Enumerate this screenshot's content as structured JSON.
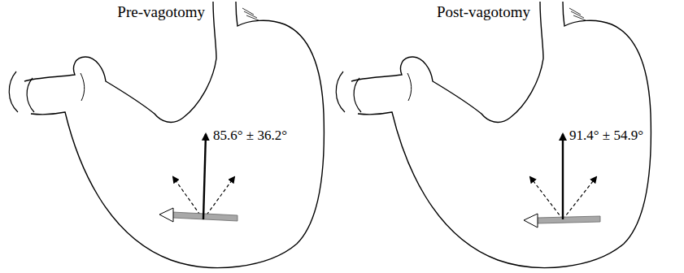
{
  "diagram": {
    "labels": [
      "Pre-vagotomy",
      "85.6° ± 36.2°",
      "Post-vagotomy",
      "91.4° ± 54.9°"
    ]
  }
}
